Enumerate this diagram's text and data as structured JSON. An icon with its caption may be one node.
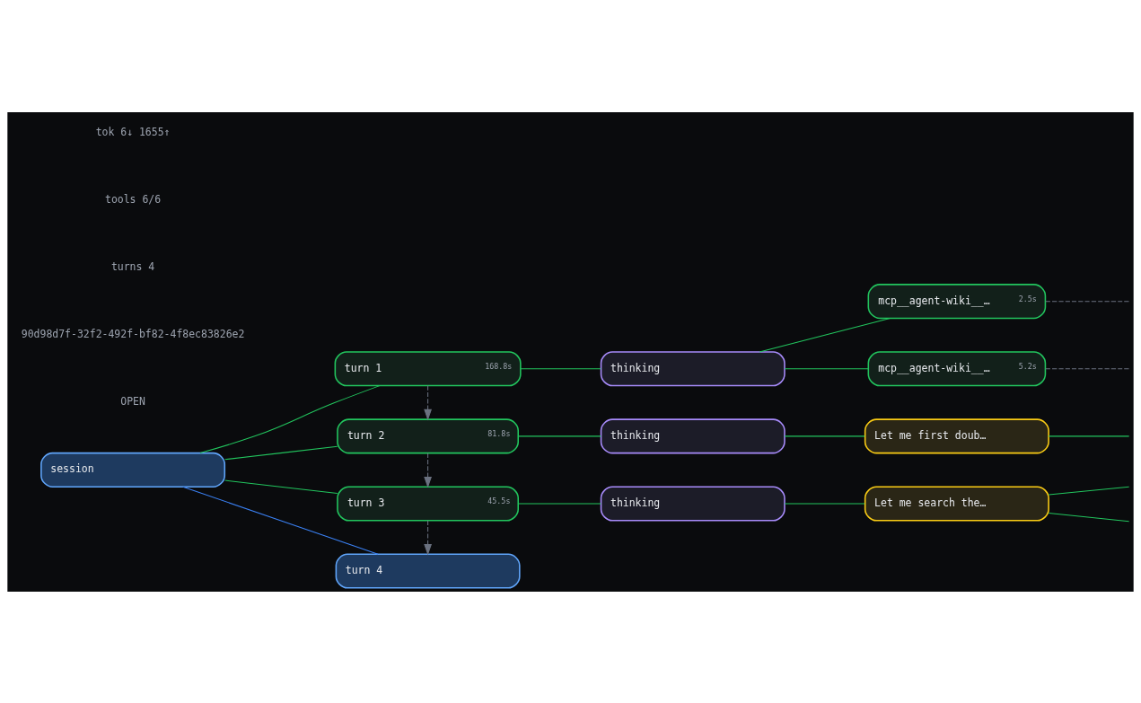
{
  "diagram": {
    "nodes": [
      {
        "text": [
          "session"
        ]
      },
      {
        "text": [
          "turn 1",
          "168.8s"
        ]
      },
      {
        "text": [
          "turn 2",
          "81.8s"
        ]
      },
      {
        "text": [
          "turn 3",
          "45.5s"
        ]
      },
      {
        "text": [
          "turn 4"
        ]
      },
      {
        "text": [
          "thinking"
        ]
      },
      {
        "text": [
          "mcp__agent-wiki__…",
          "2.5s"
        ]
      },
      {
        "text": [
          "mcp__agent-wiki__…",
          "5.2s"
        ]
      },
      {
        "text": [
          "thinking"
        ]
      },
      {
        "text": [
          "Let me first doub…"
        ]
      },
      {
        "text": [
          "thinking"
        ]
      },
      {
        "text": [
          "Let me search the…"
        ]
      }
    ],
    "edges": [
      {
        "from": 0,
        "to": 1,
        "arrow": "none"
      },
      {
        "from": 0,
        "to": 2,
        "arrow": "none"
      },
      {
        "from": 0,
        "to": 3,
        "arrow": "none"
      },
      {
        "from": 0,
        "to": 4,
        "arrow": "none",
        "color": "#3b82f6"
      },
      {
        "from": 1,
        "to": 2,
        "arrow": "to",
        "style": "dashed",
        "color": "#6b7280"
      },
      {
        "from": 2,
        "to": 3,
        "arrow": "to",
        "style": "dashed",
        "color": "#6b7280"
      },
      {
        "from": 3,
        "to": 4,
        "arrow": "to",
        "style": "dashed",
        "color": "#6b7280"
      },
      {
        "from": 1,
        "to": 5,
        "arrow": "none"
      },
      {
        "from": 5,
        "to": 6,
        "arrow": "none"
      },
      {
        "from": 5,
        "to": 7,
        "arrow": "none"
      },
      {
        "from": 6,
        "to": null,
        "arrow": "none",
        "style": "dashed",
        "color": "#6b7280"
      },
      {
        "from": 7,
        "to": null,
        "arrow": "none",
        "style": "dashed",
        "color": "#6b7280"
      },
      {
        "from": 2,
        "to": 8,
        "arrow": "none"
      },
      {
        "from": 8,
        "to": 9,
        "arrow": "none"
      },
      {
        "from": 9,
        "to": null,
        "arrow": "none"
      },
      {
        "from": 3,
        "to": 10,
        "arrow": "none"
      },
      {
        "from": 10,
        "to": 11,
        "arrow": "none"
      },
      {
        "from": 11,
        "to": null,
        "arrow": "none"
      },
      {
        "from": 11,
        "to": null,
        "arrow": "none"
      }
    ],
    "labels": [
      "OPEN",
      "90d98d7f-32f2-492f-bf82-4f8ec83826e2",
      "turns 4",
      "tools 6/6",
      "tok 6↓ 1655↑"
    ]
  }
}
